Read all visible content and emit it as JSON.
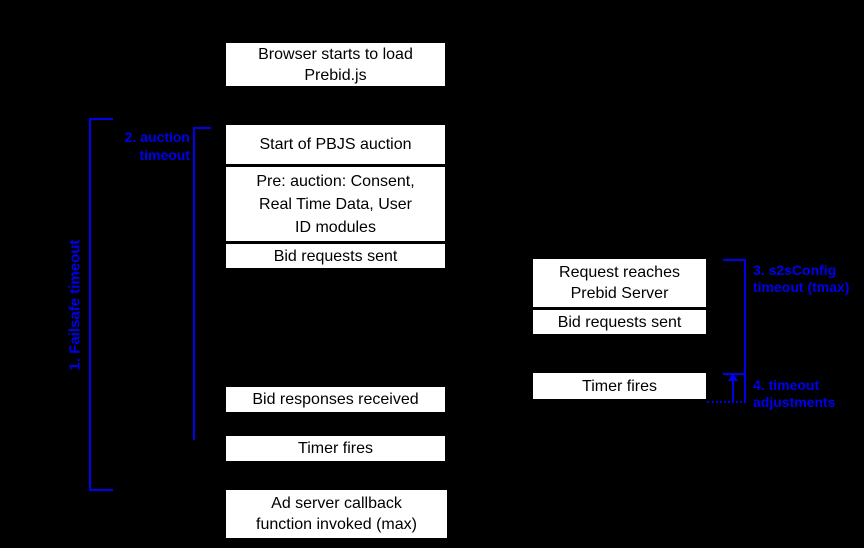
{
  "colors": {
    "background": "#000000",
    "box_fill": "#ffffff",
    "box_text": "#000000",
    "annotation_blue": "#0000ee"
  },
  "timeline_client": {
    "browser_load": "Browser starts to load\nPrebid.js",
    "auction_start": "Start of PBJS auction",
    "pre_auction": "Pre: auction: Consent,\nReal Time Data, User\nID modules",
    "bid_requests_sent": "Bid requests sent",
    "bid_responses_received": "Bid responses received",
    "timer_fires": "Timer fires",
    "ad_server_callback": "Ad server callback\nfunction invoked (max)"
  },
  "timeline_server": {
    "request_reaches": "Request reaches\nPrebid Server",
    "bid_requests_sent": "Bid requests sent",
    "timer_fires": "Timer fires"
  },
  "annotations": {
    "failsafe_timeout": "1. Failsafe timeout",
    "auction_timeout": "2. auction\ntimeout",
    "s2s_config_timeout": "3. s2sConfig\ntimeout (tmax)",
    "timeout_adjustments": "4. timeout\nadjustments"
  }
}
